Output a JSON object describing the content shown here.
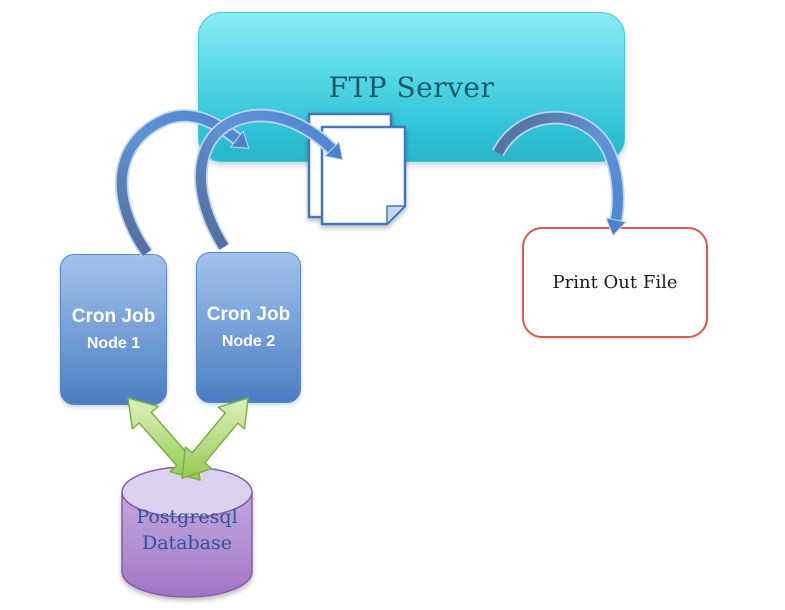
{
  "diagram": {
    "nodes": {
      "ftp_server": {
        "label": "FTP Server"
      },
      "cron_job_1": {
        "label": "Cron Job",
        "sublabel": "Node 1"
      },
      "cron_job_2": {
        "label": "Cron Job",
        "sublabel": "Node 2"
      },
      "database": {
        "line1": "Postgresql",
        "line2": "Database"
      },
      "print_out": {
        "label": "Print Out File"
      },
      "documents": {
        "icon": "documents-icon"
      }
    },
    "edges": [
      {
        "from": "cron-job-node-1",
        "to": "ftp-server",
        "type": "curved-blue-arrow"
      },
      {
        "from": "cron-job-node-2",
        "to": "ftp-server-documents",
        "type": "curved-blue-arrow"
      },
      {
        "from": "ftp-server",
        "to": "print-out-file",
        "type": "curved-blue-arrow"
      },
      {
        "from": "cron-job-node-1",
        "to": "postgresql-database",
        "type": "double-headed-green-arrow"
      },
      {
        "from": "cron-job-node-2",
        "to": "postgresql-database",
        "type": "double-headed-green-arrow"
      }
    ],
    "colors": {
      "background": "#FFFFFF",
      "ftp_fill_top": "#8BEBF4",
      "ftp_fill_bottom": "#28B6CB",
      "ftp_border": "#46C8D8",
      "ftp_text": "#1D5A68",
      "cron_fill_top": "#A3C2EA",
      "cron_fill_bottom": "#4B7EC1",
      "cron_border": "#5B88C4",
      "cron_text": "#FFFFFF",
      "db_fill_top": "#C8B0E2",
      "db_fill_bottom": "#A074C4",
      "db_lid_fill": "#DCD1EE",
      "db_border": "#8A5CA8",
      "db_text": "#2F5496",
      "print_border": "#D65B52",
      "print_text": "#1A1A1A",
      "blue_arrow_dark": "#54719F",
      "blue_arrow_light": "#5F93D6",
      "blue_arrow_outline": "#BFD4EE",
      "green_arrow_light": "#DFF2BE",
      "green_arrow_dark": "#93C84F",
      "green_arrow_border": "#7CAF45",
      "document_border": "#4576B8",
      "document_fold": "#C3D8F0"
    }
  }
}
